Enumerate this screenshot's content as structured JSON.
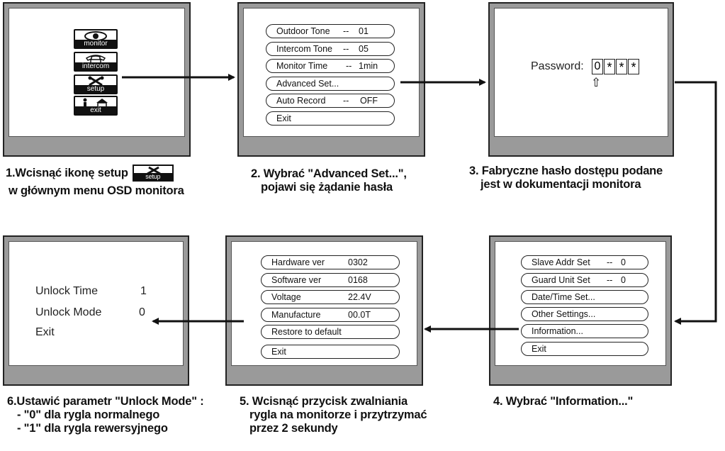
{
  "panel1": {
    "icons": [
      {
        "name": "monitor-icon",
        "label": "monitor"
      },
      {
        "name": "intercom-icon",
        "label": "intercom"
      },
      {
        "name": "setup-icon",
        "label": "setup"
      },
      {
        "name": "exit-icon",
        "label": "exit"
      }
    ]
  },
  "panel2": {
    "items": [
      {
        "label": "Outdoor Tone",
        "dash": "--",
        "value": "01"
      },
      {
        "label": "Intercom Tone",
        "dash": "--",
        "value": "05"
      },
      {
        "label": "Monitor Time",
        "dash": "--",
        "value": "1min"
      },
      {
        "label": "Advanced Set...",
        "dash": "",
        "value": ""
      },
      {
        "label": "Auto Record",
        "dash": "--",
        "value": "OFF"
      },
      {
        "label": "Exit",
        "dash": "",
        "value": ""
      }
    ]
  },
  "panel3": {
    "password_label": "Password:",
    "digits": [
      "0",
      "*",
      "*",
      "*"
    ],
    "cursor": "⇧"
  },
  "panel4": {
    "items": [
      {
        "label": "Slave Addr Set",
        "dash": "--",
        "value": "0"
      },
      {
        "label": "Guard Unit Set",
        "dash": "--",
        "value": "0"
      },
      {
        "label": "Date/Time Set...",
        "dash": "",
        "value": ""
      },
      {
        "label": "Other Settings...",
        "dash": "",
        "value": ""
      },
      {
        "label": "Information...",
        "dash": "",
        "value": ""
      },
      {
        "label": "Exit",
        "dash": "",
        "value": ""
      }
    ]
  },
  "panel5": {
    "items": [
      {
        "label": "Hardware ver",
        "value": "0302"
      },
      {
        "label": "Software ver",
        "value": "0168"
      },
      {
        "label": "Voltage",
        "value": "22.4V"
      },
      {
        "label": "Manufacture",
        "value": "00.0T"
      },
      {
        "label": "Restore to default",
        "value": ""
      },
      {
        "label": "Exit",
        "value": ""
      }
    ]
  },
  "panel6": {
    "rows": [
      {
        "label": "Unlock Time",
        "value": "1"
      },
      {
        "label": "Unlock Mode",
        "value": "0"
      },
      {
        "label": "Exit",
        "value": ""
      }
    ]
  },
  "captions": {
    "step1": {
      "line1": "1.Wcisnąć ikonę setup",
      "icon_label": "setup",
      "line2": "w głównym menu OSD monitora"
    },
    "step2": {
      "line1": "2. Wybrać \"Advanced Set...\",",
      "line2": "pojawi się żądanie hasła"
    },
    "step3": {
      "line1": "3. Fabryczne hasło dostępu podane",
      "line2": "jest w dokumentacji monitora"
    },
    "step4": {
      "line1": "4. Wybrać \"Information...\""
    },
    "step5": {
      "line1": "5. Wcisnąć przycisk zwalniania",
      "line2": "rygla na monitorze i przytrzymać",
      "line3": "przez 2 sekundy"
    },
    "step6": {
      "line1": "6.Ustawić parametr \"Unlock Mode\" :",
      "line2": "- \"0\" dla rygla normalnego",
      "line3": "- \"1\" dla rygla rewersyjnego"
    }
  }
}
